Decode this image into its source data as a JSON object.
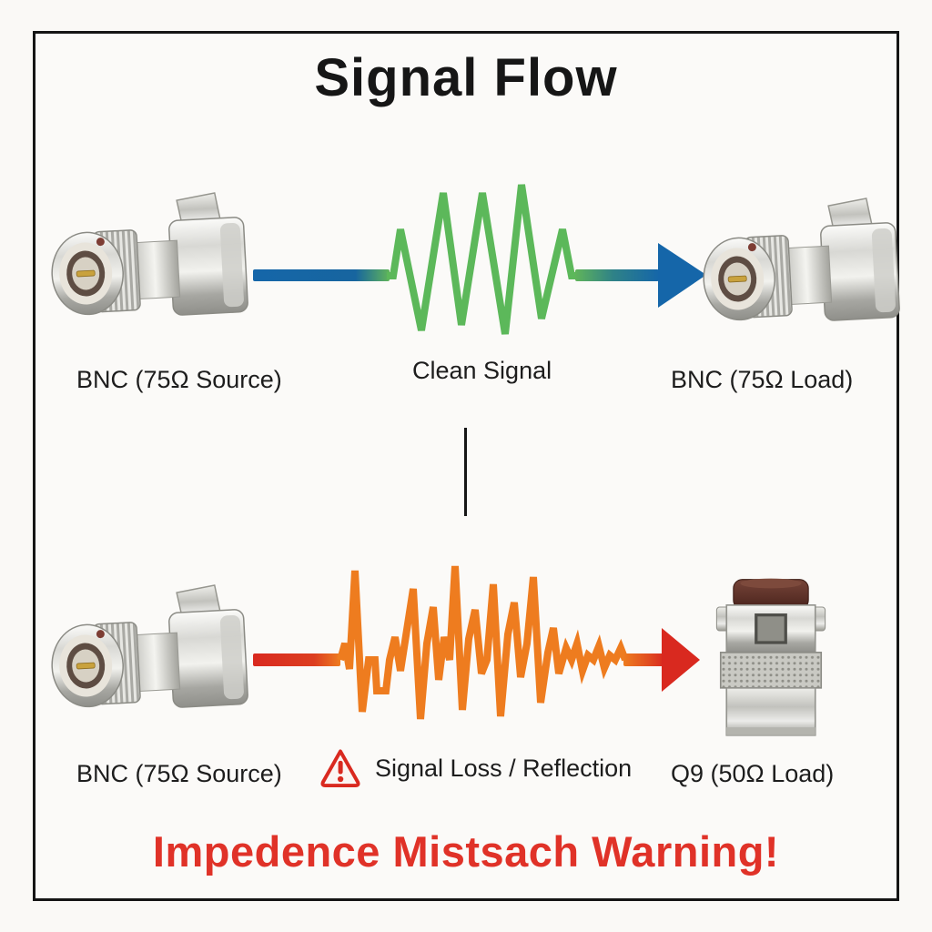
{
  "title": "Signal Flow",
  "colors": {
    "background": "#fbfaf8",
    "frame_border": "#151515",
    "clean_arrow_blue": "#1566a9",
    "clean_signal_green": "#5cb85a",
    "distorted_signal_orange": "#ee7c1f",
    "distorted_arrow_red": "#d9291f",
    "warning_text_red": "#e03228",
    "text": "#1d1d1d"
  },
  "top_path": {
    "source_label": "BNC (75Ω Source)",
    "signal_label": "Clean Signal",
    "load_label": "BNC (75Ω Load)",
    "signal_type": "clean sine/zigzag burst",
    "arrow_color_name": "blue",
    "wave_color_name": "green"
  },
  "bottom_path": {
    "source_label": "BNC (75Ω Source)",
    "signal_label": "Signal Loss / Reflection",
    "load_label": "Q9 (50Ω Load)",
    "signal_type": "distorted irregular burst",
    "arrow_color_name": "red",
    "wave_color_name": "orange"
  },
  "icons": {
    "warning_triangle": "red outlined triangle with exclamation mark"
  },
  "footer_warning": "Impedence Mistsach Warning!"
}
